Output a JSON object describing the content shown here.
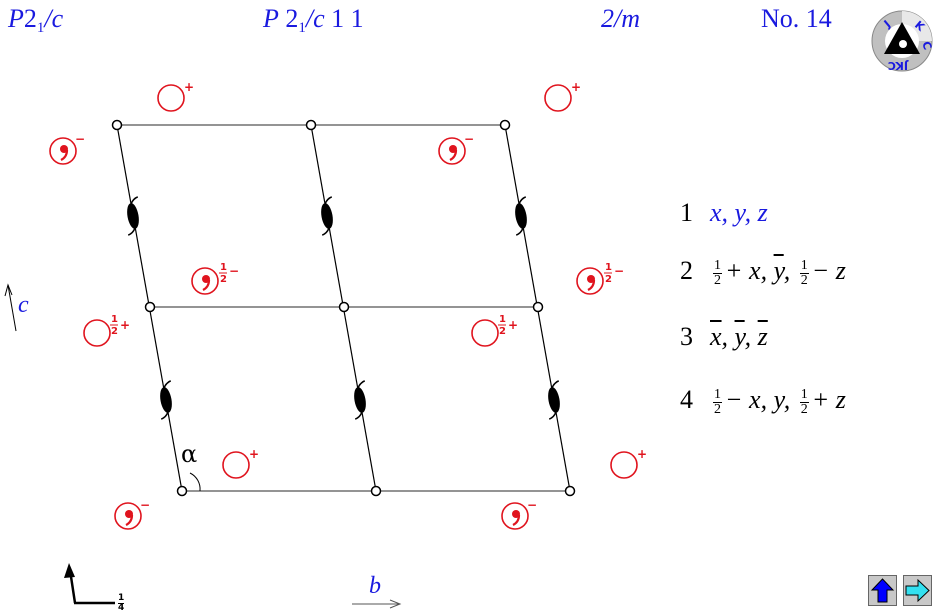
{
  "header": {
    "short_symbol": {
      "P": "P",
      "two": "2",
      "sub": "1",
      "rest": "/c"
    },
    "full_symbol": {
      "P": "P",
      "two": "2",
      "sub": "1",
      "rest": "/c",
      "tail": "1 1"
    },
    "point_group": "2/m",
    "number": "No. 14",
    "logo_text": "JKC"
  },
  "axes": {
    "c_label": "c",
    "b_label": "b",
    "alpha_label": "α",
    "height_fraction": {
      "num": "1",
      "den": "4"
    }
  },
  "symbol_labels": {
    "plus": "+",
    "minus": "−",
    "half_num": "1",
    "half_den": "2"
  },
  "coordinates": [
    {
      "index": "1",
      "parts": [
        "x, y, z"
      ]
    },
    {
      "index": "2",
      "parts": [
        "+ x, ",
        "y",
        ", ",
        "− z"
      ]
    },
    {
      "index": "3",
      "parts": [
        "x",
        ", ",
        "y",
        ", ",
        "z"
      ]
    },
    {
      "index": "4",
      "parts": [
        "− x, y, ",
        "+ z"
      ]
    }
  ],
  "colors": {
    "title_blue": "#1a1adf",
    "symbol_red": "#e0141e",
    "nav_up_blue": "#0000ff",
    "nav_right_cyan": "#33e0f0"
  },
  "navigation": {
    "up_button": "up-arrow",
    "next_button": "right-arrow"
  }
}
